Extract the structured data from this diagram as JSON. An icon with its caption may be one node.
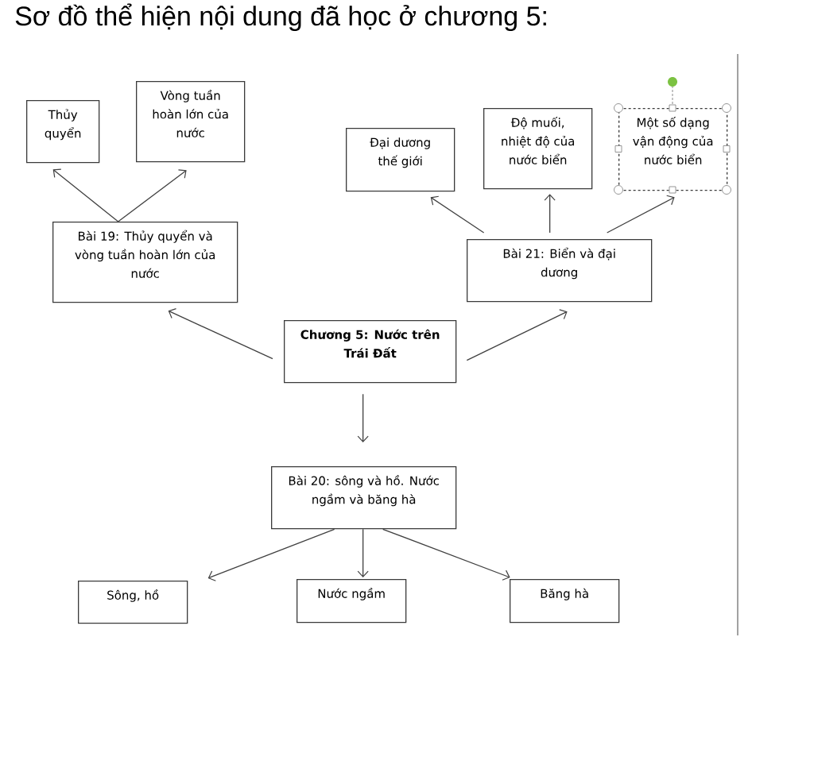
{
  "diagram": {
    "title": "Sơ đồ thể hiện nội dung đã học ở chương 5:",
    "nodes": [
      {
        "text": [
          "Thủy quyển"
        ]
      },
      {
        "text": [
          "Vòng tuần hoàn lớn của nước"
        ]
      },
      {
        "text": [
          "Đại dương thế giới"
        ]
      },
      {
        "text": [
          "Độ muối, nhiệt độ của nước biển"
        ]
      },
      {
        "text": [
          "Một số dạng vận động của nước biển"
        ]
      },
      {
        "text": [
          "Bài 19: Thủy quyển và vòng tuần hoàn lớn của nước"
        ]
      },
      {
        "text": [
          "Bài 21: Biển và đại dương"
        ]
      },
      {
        "text": [
          "Chương 5: Nước trên Trái Đất"
        ]
      },
      {
        "text": [
          "Bài 20: sông và hồ. Nước ngầm và băng hà"
        ]
      },
      {
        "text": [
          "Sông, hồ"
        ]
      },
      {
        "text": [
          "Nước ngầm"
        ]
      },
      {
        "text": [
          "Băng hà"
        ]
      }
    ],
    "edges": [
      {
        "from": 7,
        "to": 5,
        "arrow": "to"
      },
      {
        "from": 7,
        "to": 6,
        "arrow": "to"
      },
      {
        "from": 7,
        "to": 8,
        "arrow": "to"
      },
      {
        "from": 5,
        "to": 0,
        "arrow": "to"
      },
      {
        "from": 5,
        "to": 1,
        "arrow": "to"
      },
      {
        "from": 6,
        "to": 2,
        "arrow": "to"
      },
      {
        "from": 6,
        "to": 3,
        "arrow": "to"
      },
      {
        "from": 6,
        "to": 4,
        "arrow": "to"
      },
      {
        "from": 8,
        "to": 9,
        "arrow": "to"
      },
      {
        "from": 8,
        "to": 10,
        "arrow": "to"
      },
      {
        "from": 8,
        "to": 11,
        "arrow": "to"
      }
    ]
  }
}
